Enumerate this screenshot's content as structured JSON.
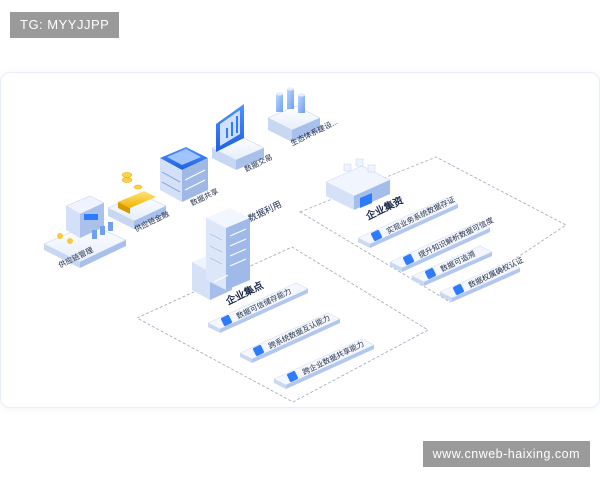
{
  "watermarks": {
    "top_left": "TG: MYYJJPP",
    "bottom_right": "www.cnweb-haixing.com"
  },
  "center_label": "数据利用",
  "top_row": [
    {
      "label": "供应链管理",
      "icon": "production-line-icon"
    },
    {
      "label": "供应链金融",
      "icon": "finance-coins-icon"
    },
    {
      "label": "数据共享",
      "icon": "server-stack-icon"
    },
    {
      "label": "数据交易",
      "icon": "trading-monitor-icon"
    },
    {
      "label": "生态体系建设...",
      "icon": "data-cylinders-icon"
    }
  ],
  "enterprise_node": {
    "title": "企业集点",
    "items": [
      "数据可信储存能力",
      "跨系统数据互认能力",
      "跨企业数据共享能力"
    ]
  },
  "enterprise_group": {
    "title": "企业集资",
    "items": [
      "实现业务系统数据存证",
      "提升知识解析数据可信度",
      "数据可追溯",
      "数据权属确权认证"
    ]
  },
  "colors": {
    "accent": "#2f7bff",
    "light_blue": "#dce9ff",
    "card_border": "#e8edf3",
    "badge_bg": "#9a9a9a"
  }
}
